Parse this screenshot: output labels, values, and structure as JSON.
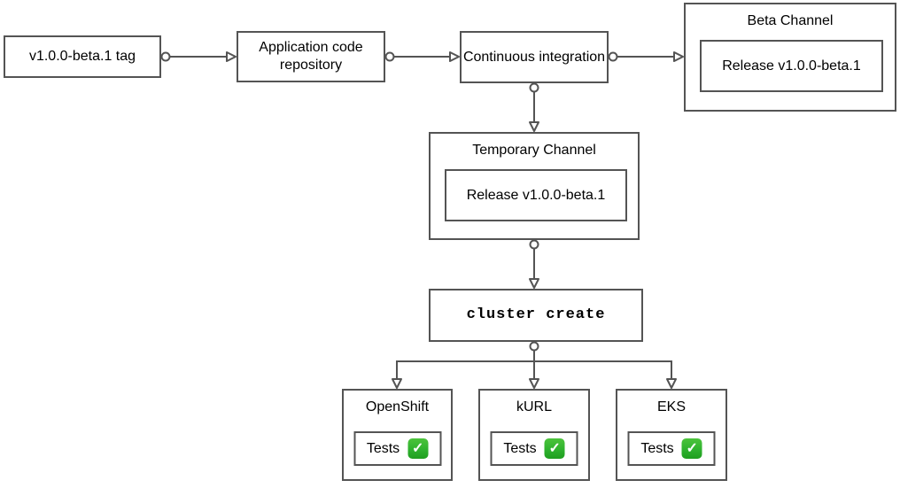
{
  "diagram": {
    "background": "#ffffff",
    "border_color": "#545454",
    "connector_color": "#545454",
    "text_color": "#000000",
    "nodes": {
      "tag": {
        "label": "v1.0.0-beta.1 tag"
      },
      "repo": {
        "label": "Application code repository"
      },
      "ci": {
        "label": "Continuous integration"
      },
      "beta_channel": {
        "title": "Beta Channel",
        "release_label": "Release v1.0.0-beta.1"
      },
      "temp_channel": {
        "title": "Temporary Channel",
        "release_label": "Release v1.0.0-beta.1"
      },
      "cluster_create": {
        "label": "cluster create"
      }
    },
    "clusters": [
      {
        "title": "OpenShift",
        "tests_label": "Tests",
        "status_icon": "check-mark",
        "status_color": "#2eb22e"
      },
      {
        "title": "kURL",
        "tests_label": "Tests",
        "status_icon": "check-mark",
        "status_color": "#2eb22e"
      },
      {
        "title": "EKS",
        "tests_label": "Tests",
        "status_icon": "check-mark",
        "status_color": "#2eb22e"
      }
    ],
    "icons": {
      "check_glyph": "✓"
    }
  }
}
